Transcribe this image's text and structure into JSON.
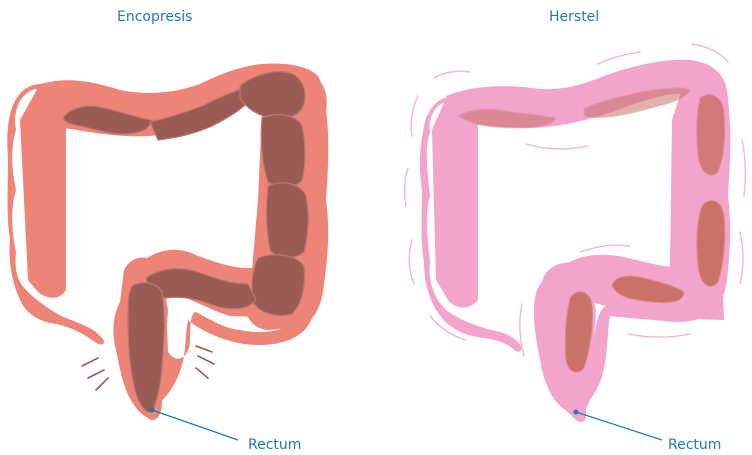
{
  "panels": [
    {
      "title": "Encopresis",
      "pointer_label": "Rectum"
    },
    {
      "title": "Herstel",
      "pointer_label": "Rectum"
    }
  ],
  "colors": {
    "label_text": "#1f78b8",
    "encopresis_wall": "#ee8478",
    "encopresis_stool": "#9a5b54",
    "herstel_wall": "#f2a4cc",
    "herstel_stool": "#c87268",
    "pointer_line": "#1f78b8"
  }
}
